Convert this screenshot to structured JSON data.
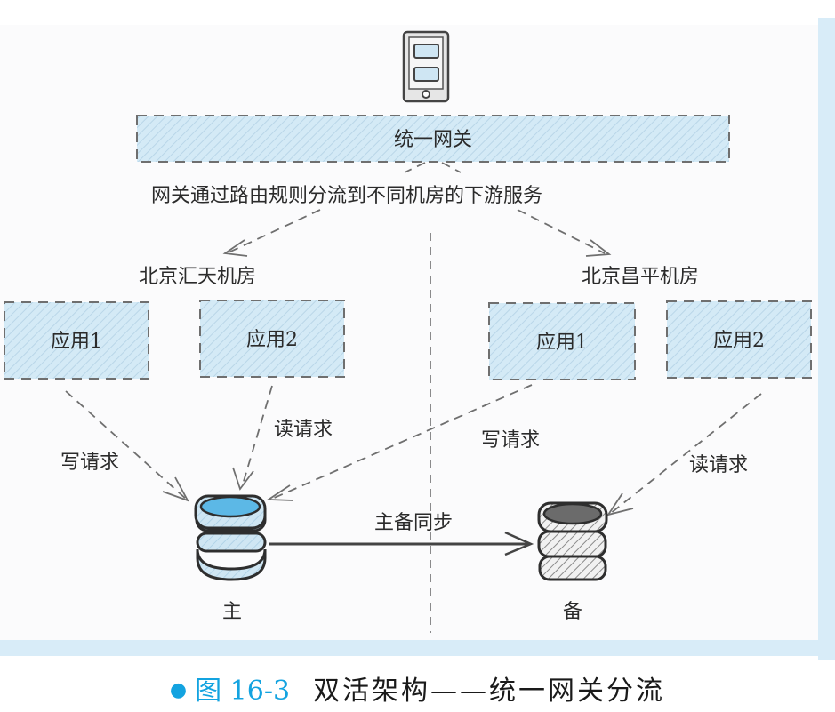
{
  "colors": {
    "box_fill": "#d4eaf6",
    "hatch": "#b9d6e8",
    "dash": "#6f6f6f",
    "db_master_top": "#5cb8e6",
    "db_master_body": "#cfe6f3",
    "db_backup_top": "#6b6b6b",
    "db_backup_body": "#f1f1f1",
    "accent": "#13a3e0",
    "text": "#2b2b2b"
  },
  "diagram": {
    "client_icon": "mobile-phone-icon",
    "gateway": {
      "label": "统一网关"
    },
    "routing_note": "网关通过路由规则分流到不同机房的下游服务",
    "datacenters": [
      {
        "name": "北京汇天机房",
        "apps": [
          {
            "label": "应用1"
          },
          {
            "label": "应用2"
          }
        ]
      },
      {
        "name": "北京昌平机房",
        "apps": [
          {
            "label": "应用1"
          },
          {
            "label": "应用2"
          }
        ]
      }
    ],
    "requests": {
      "left_write": "写请求",
      "left_read": "读请求",
      "right_write": "写请求",
      "right_read": "读请求"
    },
    "sync_label": "主备同步",
    "databases": {
      "master": {
        "label": "主",
        "icon": "database-icon"
      },
      "backup": {
        "label": "备",
        "icon": "database-icon"
      }
    }
  },
  "caption": {
    "bullet": "●",
    "figure_number": "图 16-3",
    "title": "双活架构——统一网关分流"
  }
}
